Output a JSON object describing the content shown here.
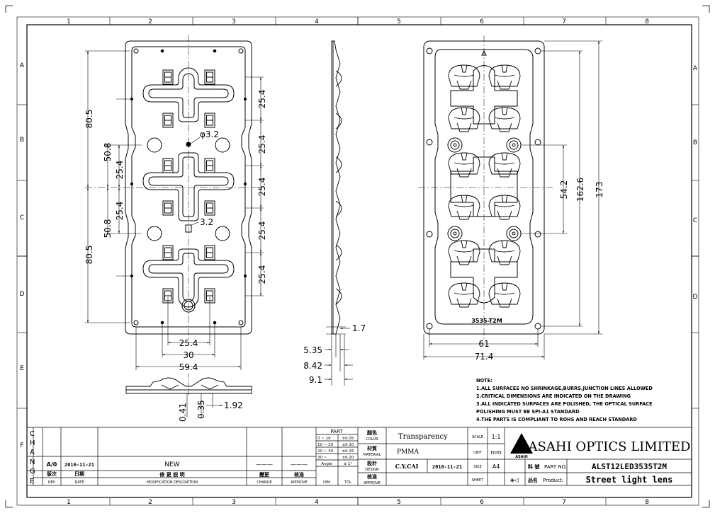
{
  "grid": {
    "cols": [
      "1",
      "2",
      "3",
      "4",
      "5",
      "6",
      "7",
      "8"
    ],
    "rows": [
      "A",
      "B",
      "C",
      "D",
      "E",
      "F"
    ]
  },
  "dims": {
    "left_vertical": [
      "80.5",
      "50.8",
      "25.4",
      "25.4",
      "50.8",
      "80.5"
    ],
    "left_right_vertical": [
      "25.4",
      "25.4",
      "25.4",
      "25.4",
      "25.4"
    ],
    "phi": "φ3.2",
    "slot": "3.2",
    "bottom": [
      "25.4",
      "30",
      "59.4"
    ],
    "section": [
      "0.41",
      "0.35",
      "1.92"
    ],
    "side": [
      "1.7",
      "5.35",
      "8.42",
      "9.1"
    ],
    "right_vertical": [
      "54.2",
      "162.6",
      "173"
    ],
    "right_bottom": [
      "61",
      "71.4"
    ],
    "part_marking": "3535-T2M"
  },
  "notes": {
    "heading": "NOTE:",
    "lines": [
      "1.ALL  SURFACES NO SHRINKAGE,BURRS,JUNCTION LINES ALLOWED",
      "2.CRITICAL DIMENSIONS ARE INDICATED ON THE DRAWING",
      "3.ALL INDICATED SURFACES ARE POLISHED, THE OPTICAL SURFACE",
      "POLISHING MUST BE SPI-A1 STANDARD",
      "4.THE PARTS IS COMPLIANT TO ROHS AND REACH STANDARD"
    ]
  },
  "title_block": {
    "change_letters": [
      "C",
      "H",
      "A",
      "N",
      "G",
      "E"
    ],
    "rev_value": "A/0",
    "date_value": "2016-11-21",
    "mod_value": "NEW",
    "dash1": "———",
    "dash2": "———",
    "rev_cn": "版次",
    "rev_en": "REV",
    "date_cn": "日期",
    "date_en": "DATE",
    "mod_cn": "修 更 説 明",
    "mod_en": "MODIFICATION DESCRIPTION",
    "change_cn": "變更",
    "change_en": "CHANGE",
    "approve_cn": "核准",
    "approve_en": "APPROVE",
    "tol_header": "PART",
    "tol_rows": [
      [
        "0 ~ 10",
        "±0.05"
      ],
      [
        "10 ~ 20",
        "±0.10"
      ],
      [
        "20 ~ 30",
        "±0.15"
      ],
      [
        "30 ~",
        "±0.20"
      ],
      [
        "Angle",
        "± 1°"
      ]
    ],
    "tol_dim": "DIM",
    "tol_tol": "TOL",
    "color_cn": "顏色",
    "color_en": "COLOR",
    "color_value": "Transparency",
    "material_cn": "材質",
    "material_en": "MATERIAL",
    "material_value": "PMMA",
    "design_cn": "設計",
    "design_en": "DESIGN",
    "design_value": "C.Y.CAI",
    "design_date": "2016-11-21",
    "approve2_cn": "核准",
    "approve2_en": "APPROVE",
    "scale_label": "SCALE",
    "scale_value": "1:1",
    "unit_label": "UNIT",
    "unit_value": "mm",
    "size_label": "SIZE",
    "size_value": "A4",
    "sheet_label": "SHEET",
    "company": "ASAHI  OPTICS LIMITED",
    "logo_text": "ASAHI",
    "partno_cn": "料 號",
    "partno_en": "PART NO.",
    "partno_value": "ALST12LED3535T2M",
    "product_cn": "品名",
    "product_en": "Product:",
    "product_value": "Street light lens"
  }
}
